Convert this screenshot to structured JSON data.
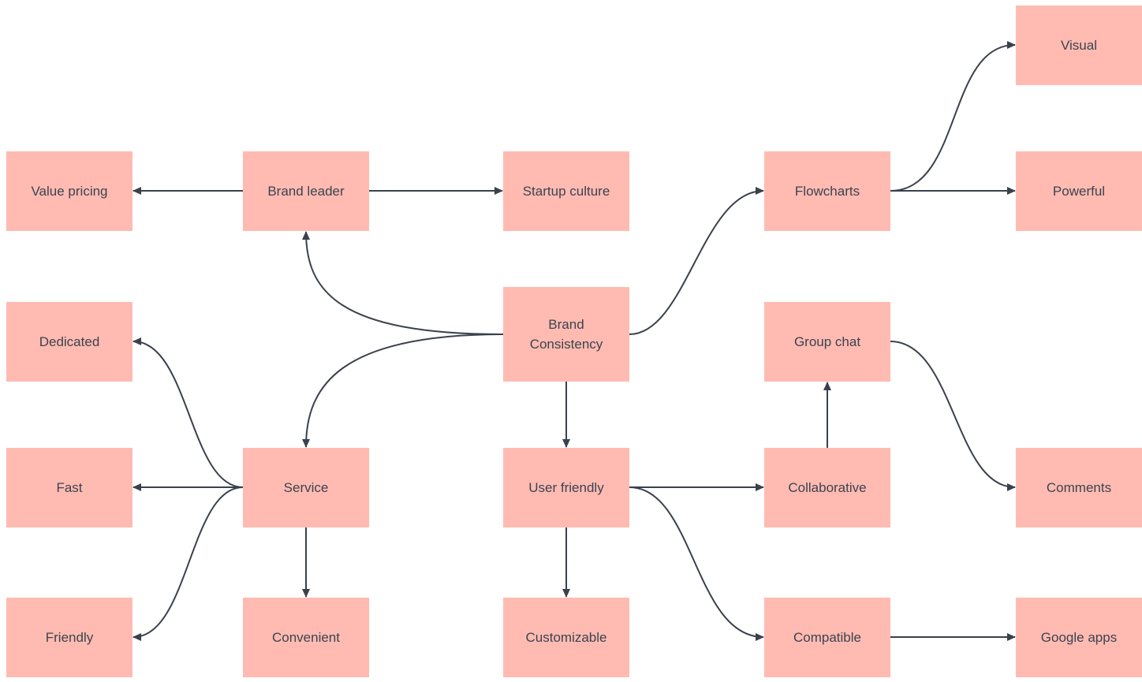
{
  "diagram": {
    "node_color": "#ffbbb1",
    "text_color": "#3b4351",
    "edge_color": "#3a414c",
    "nodes": {
      "brand_consistency": "Brand\nConsistency",
      "brand_leader": "Brand leader",
      "value_pricing": "Value pricing",
      "startup_culture": "Startup culture",
      "flowcharts": "Flowcharts",
      "visual": "Visual",
      "powerful": "Powerful",
      "service": "Service",
      "dedicated": "Dedicated",
      "fast": "Fast",
      "friendly": "Friendly",
      "convenient": "Convenient",
      "user_friendly": "User friendly",
      "customizable": "Customizable",
      "collaborative": "Collaborative",
      "group_chat": "Group chat",
      "comments": "Comments",
      "compatible": "Compatible",
      "google_apps": "Google apps"
    },
    "edges": [
      {
        "from": "brand_consistency",
        "to": "brand_leader"
      },
      {
        "from": "brand_consistency",
        "to": "service"
      },
      {
        "from": "brand_consistency",
        "to": "flowcharts"
      },
      {
        "from": "brand_consistency",
        "to": "user_friendly"
      },
      {
        "from": "brand_leader",
        "to": "value_pricing"
      },
      {
        "from": "brand_leader",
        "to": "startup_culture"
      },
      {
        "from": "flowcharts",
        "to": "visual"
      },
      {
        "from": "flowcharts",
        "to": "powerful"
      },
      {
        "from": "service",
        "to": "dedicated"
      },
      {
        "from": "service",
        "to": "fast"
      },
      {
        "from": "service",
        "to": "friendly"
      },
      {
        "from": "service",
        "to": "convenient"
      },
      {
        "from": "user_friendly",
        "to": "customizable"
      },
      {
        "from": "user_friendly",
        "to": "collaborative"
      },
      {
        "from": "user_friendly",
        "to": "compatible"
      },
      {
        "from": "collaborative",
        "to": "group_chat"
      },
      {
        "from": "group_chat",
        "to": "comments"
      },
      {
        "from": "compatible",
        "to": "google_apps"
      }
    ]
  }
}
